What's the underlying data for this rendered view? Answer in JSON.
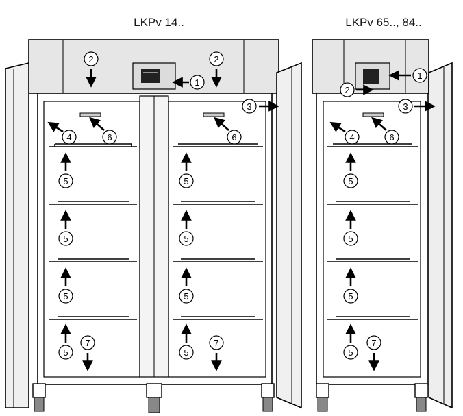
{
  "titles": {
    "left": "LKPv 14..",
    "right": "LKPv 65.., 84.."
  },
  "callouts": {
    "n1": "1",
    "n2": "2",
    "n3": "3",
    "n4": "4",
    "n5": "5",
    "n6": "6",
    "n7": "7"
  },
  "colors": {
    "line": "#000000",
    "top_panel": "#e6e6e6",
    "door_side": "#eeeeee",
    "controller": "#dcdcdc",
    "display": "#222222"
  },
  "icons": [
    "arrow-icon",
    "circle-number-icon",
    "caster-wheel-icon",
    "controller-panel-icon"
  ]
}
